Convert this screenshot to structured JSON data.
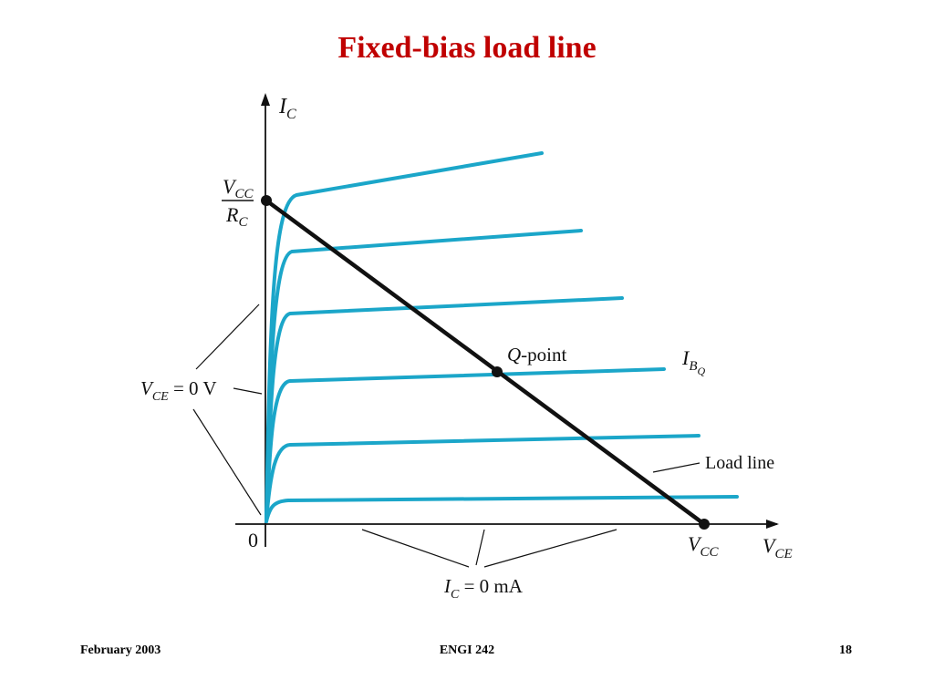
{
  "title": "Fixed-bias load line",
  "colors": {
    "title": "#c00000",
    "curve": "#1ba6c9",
    "load_line": "#111111",
    "axis": "#111111"
  },
  "axes": {
    "y_symbol": "I",
    "y_sub": "C",
    "x_symbol": "V",
    "x_sub": "CE",
    "origin": "0",
    "y_intercept": {
      "num_symbol": "V",
      "num_sub": "CC",
      "den_symbol": "R",
      "den_sub": "C"
    },
    "x_intercept": {
      "symbol": "V",
      "sub": "CC"
    }
  },
  "labels": {
    "qpoint_symbol": "Q",
    "qpoint_rest": "-point",
    "ibq_symbol": "I",
    "ibq_sub": "B",
    "ibq_subsub": "Q",
    "vce_symbol": "V",
    "vce_sub": "CE",
    "vce_rest": " = 0 V",
    "load_line": "Load line",
    "ic_symbol": "I",
    "ic_sub": "C",
    "ic_rest": " = 0 mA"
  },
  "footer": {
    "left": "February 2003",
    "center": "ENGI 242",
    "right": "18"
  }
}
